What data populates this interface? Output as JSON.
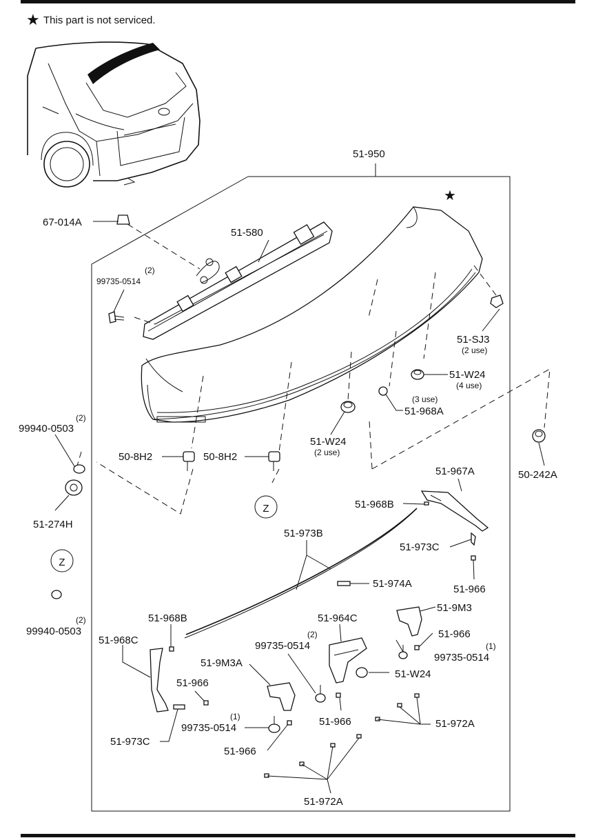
{
  "legend": {
    "symbol": "★",
    "note": "This part is not serviced."
  },
  "view_marker": "Z",
  "parts": {
    "p51_950": "51-950",
    "p67_014A": "67-014A",
    "p51_580": "51-580",
    "p99735_tl_qty": "(2)",
    "p99735_tl": "99735-0514",
    "p51_SJ3": "51-SJ3",
    "p51_SJ3_use": "(2 use)",
    "p51_W24_r": "51-W24",
    "p51_W24_r_use": "(4 use)",
    "p51_968A_use": "(3 use)",
    "p51_968A": "51-968A",
    "p51_W24_m": "51-W24",
    "p51_W24_m_use": "(2 use)",
    "p99940_l_qty": "(2)",
    "p99940_l": "99940-0503",
    "p50_8H2_a": "50-8H2",
    "p50_8H2_b": "50-8H2",
    "p50_242A": "50-242A",
    "p51_274H": "51-274H",
    "p51_967A": "51-967A",
    "p51_968B_r": "51-968B",
    "p51_973B": "51-973B",
    "p51_973C_r": "51-973C",
    "p51_974A": "51-974A",
    "p51_966_r1": "51-966",
    "p99940_z_qty": "(2)",
    "p99940_z": "99940-0503",
    "p51_9M3": "51-9M3",
    "p51_968B_l": "51-968B",
    "p51_964C": "51-964C",
    "p51_966_r2": "51-966",
    "p51_968C": "51-968C",
    "p99735_m_qty": "(2)",
    "p99735_m": "99735-0514",
    "p99735_r_qty": "(1)",
    "p99735_r": "99735-0514",
    "p51_9M3A": "51-9M3A",
    "p51_W24_b": "51-W24",
    "p51_966_l": "51-966",
    "p99735_b_qty": "(1)",
    "p99735_b": "99735-0514",
    "p51_966_m": "51-966",
    "p51_972A_r": "51-972A",
    "p51_973C_l": "51-973C",
    "p51_966_b": "51-966",
    "p51_972A_b": "51-972A"
  }
}
